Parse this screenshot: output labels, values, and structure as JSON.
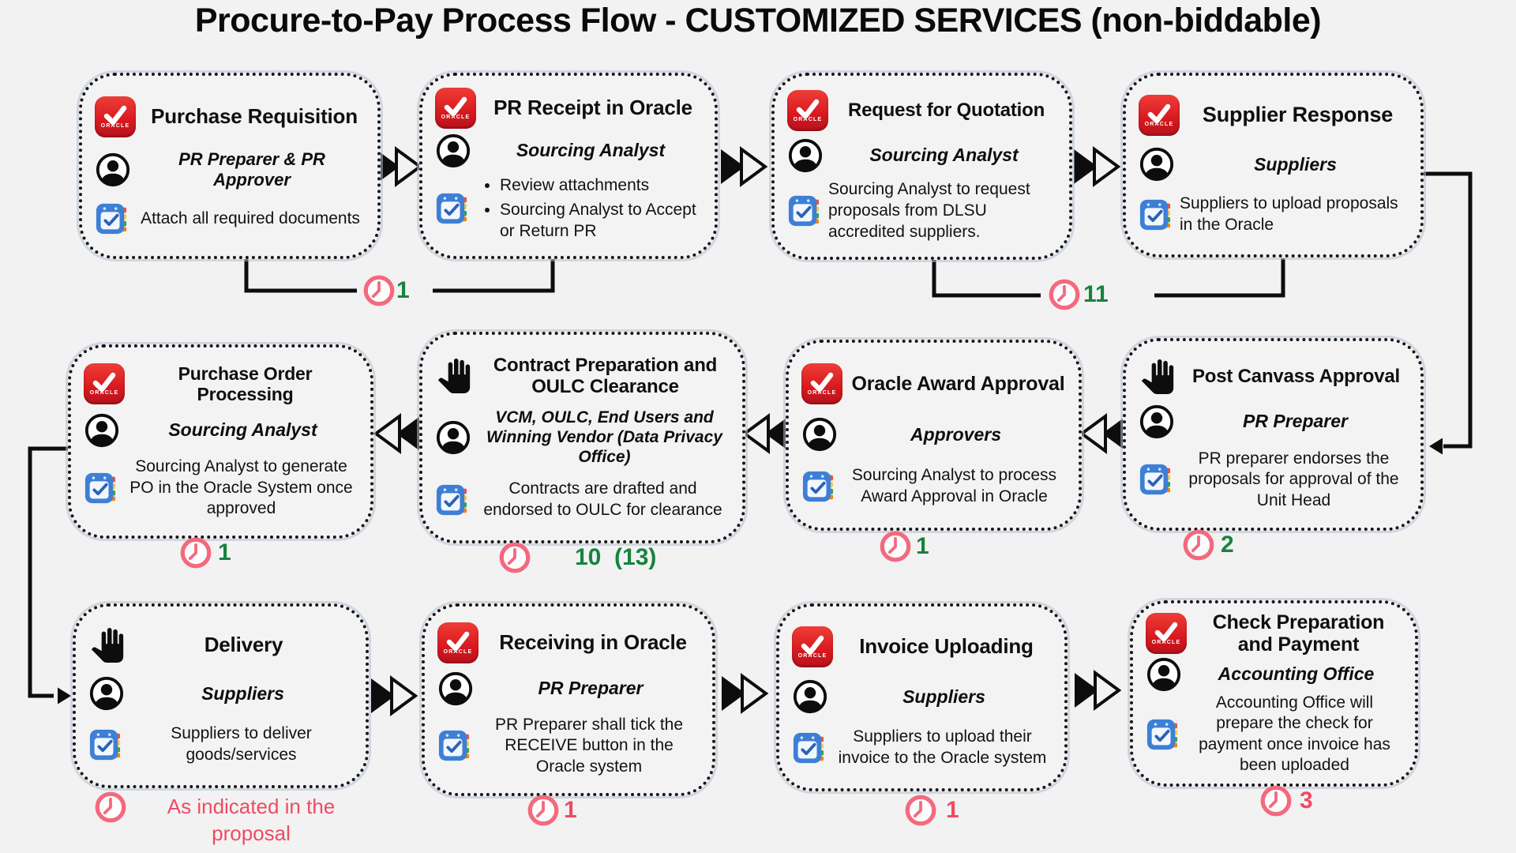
{
  "title": "Procure-to-Pay Process Flow - CUSTOMIZED SERVICES (non-biddable)",
  "icons": {
    "oracle_badge_label": "ORACLE"
  },
  "colors": {
    "background": "#f2f2f2",
    "box_border": "#151515",
    "oracle_red": "#d7191f",
    "notes_blue": "#3e7fd6",
    "timer_green": "#17833d",
    "timer_pink": "#ee4b63",
    "clock_ring_pink": "#f4697e"
  },
  "boxes": [
    {
      "title": "Purchase Requisition",
      "icon": "oracle-check-icon",
      "role": "PR Preparer & PR Approver",
      "desc": "Attach all required documents"
    },
    {
      "title": "PR Receipt in Oracle",
      "icon": "oracle-check-icon",
      "role": "Sourcing Analyst",
      "bullets": [
        "Review attachments",
        "Sourcing Analyst to Accept or Return PR"
      ]
    },
    {
      "title": "Request for Quotation",
      "icon": "oracle-check-icon",
      "role": "Sourcing Analyst",
      "desc": "Sourcing Analyst to request proposals from DLSU accredited suppliers."
    },
    {
      "title": "Supplier Response",
      "icon": "oracle-check-icon",
      "role": "Suppliers",
      "desc": "Suppliers to upload proposals in the Oracle"
    },
    {
      "title": "Purchase Order Processing",
      "icon": "oracle-check-icon",
      "role": "Sourcing Analyst",
      "desc": "Sourcing Analyst to generate PO in the Oracle System once approved"
    },
    {
      "title": "Contract Preparation and OULC Clearance",
      "icon": "raised-hand-icon",
      "role": "VCM, OULC, End Users and Winning Vendor (Data Privacy Office)",
      "desc": "Contracts are drafted and endorsed to OULC for clearance"
    },
    {
      "title": "Oracle Award Approval",
      "icon": "oracle-check-icon",
      "role": "Approvers",
      "desc": "Sourcing Analyst to process Award Approval in Oracle"
    },
    {
      "title": "Post Canvass Approval",
      "icon": "raised-hand-icon",
      "role": "PR Preparer",
      "desc": "PR preparer endorses the proposals for approval of the Unit Head"
    },
    {
      "title": "Delivery",
      "icon": "raised-hand-icon",
      "role": "Suppliers",
      "desc": "Suppliers to deliver goods/services"
    },
    {
      "title": "Receiving in Oracle",
      "icon": "oracle-check-icon",
      "role": "PR Preparer",
      "desc": "PR Preparer shall tick the RECEIVE button in the Oracle system"
    },
    {
      "title": "Invoice Uploading",
      "icon": "oracle-check-icon",
      "role": "Suppliers",
      "desc": "Suppliers to upload their invoice to the Oracle system"
    },
    {
      "title": "Check Preparation and Payment",
      "icon": "oracle-check-icon",
      "role": "Accounting Office",
      "desc": "Accounting Office will prepare the check for payment once invoice has been uploaded"
    }
  ],
  "timers": [
    {
      "value": "1",
      "color": "green",
      "location": "between Purchase Requisition and PR Receipt in Oracle"
    },
    {
      "value": "11",
      "color": "green",
      "location": "between Request for Quotation and Supplier Response"
    },
    {
      "value": "1",
      "color": "green",
      "location": "below Purchase Order Processing"
    },
    {
      "value": "10  (13)",
      "color": "green",
      "location": "below Contract Preparation and OULC Clearance"
    },
    {
      "value": "1",
      "color": "green",
      "location": "below Oracle Award Approval"
    },
    {
      "value": "2",
      "color": "green",
      "location": "below Post Canvass Approval"
    },
    {
      "value": "As indicated in the proposal",
      "color": "pink",
      "location": "below Delivery"
    },
    {
      "value": "1",
      "color": "pink",
      "location": "below Receiving in Oracle"
    },
    {
      "value": "1",
      "color": "pink",
      "location": "below Invoice Uploading"
    },
    {
      "value": "3",
      "color": "pink",
      "location": "below Check Preparation and Payment"
    }
  ]
}
